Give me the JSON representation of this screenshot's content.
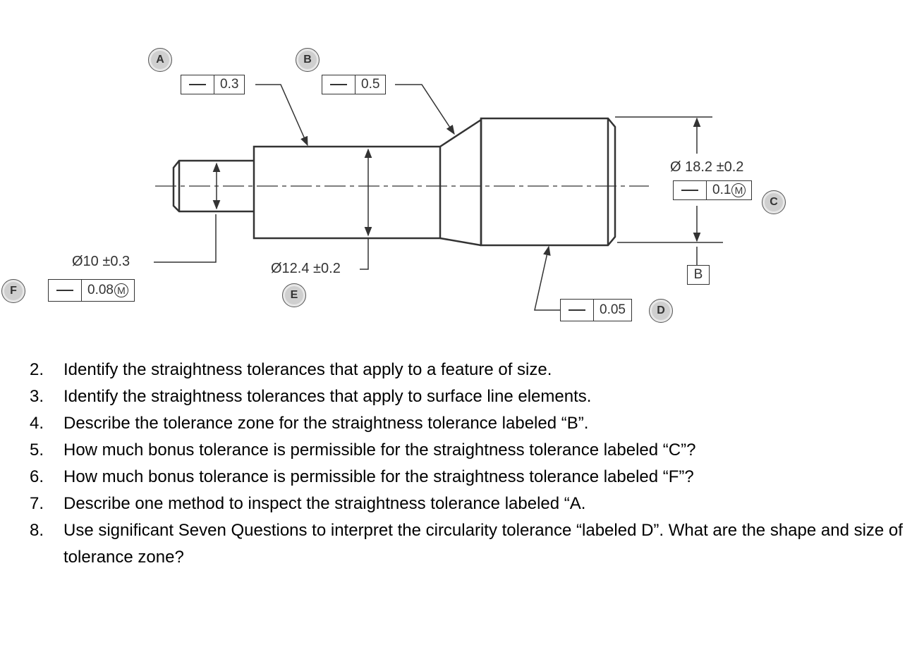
{
  "drawing": {
    "fcf_a_value": "0.3",
    "fcf_b_value": "0.5",
    "fcf_c_value": "0.1",
    "fcf_c_modifier": "M",
    "fcf_d_value": "0.05",
    "fcf_f_value": "0.08",
    "fcf_f_modifier": "M",
    "dim_large": "Ø 18.2 ±0.2",
    "dim_small": "Ø10 ±0.3",
    "dim_medium": "Ø12.4 ±0.2",
    "datum_label": "B",
    "bubbles": {
      "a": "A",
      "b": "B",
      "c": "C",
      "d": "D",
      "e": "E",
      "f": "F"
    }
  },
  "questions": [
    {
      "num": "2.",
      "text": "Identify the straightness tolerances that apply to a feature of size."
    },
    {
      "num": "3.",
      "text": "Identify the straightness tolerances that apply to surface line elements."
    },
    {
      "num": "4.",
      "text": "Describe the tolerance zone for the straightness tolerance labeled “B”."
    },
    {
      "num": "5.",
      "text": "How much bonus tolerance is permissible for the straightness tolerance labeled “C”?"
    },
    {
      "num": "6.",
      "text": "How much bonus tolerance is permissible for the straightness tolerance labeled “F”?"
    },
    {
      "num": "7.",
      "text": "Describe one method to inspect the straightness tolerance labeled “A."
    },
    {
      "num": "8.",
      "text": "Use significant Seven Questions to interpret the circularity tolerance “labeled D”. What are the shape and size of tolerance zone?"
    }
  ]
}
